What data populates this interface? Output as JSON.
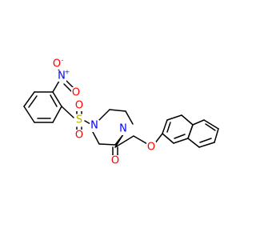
{
  "molecule": {
    "colors": {
      "bond": "#000000",
      "oxygen": "#ff0000",
      "nitrogen": "#0000ff",
      "sulfur": "#b2b200"
    },
    "labels": {
      "nitro_n": "N",
      "nitro_o_minus": "O",
      "nitro_o_double": "O",
      "sulfonyl_o_top": "O",
      "sulfonyl_s": "S",
      "sulfonyl_o_bottom": "O",
      "piperazine_n_left": "N",
      "piperazine_n_right": "N",
      "carbonyl_o": "O",
      "ether_o": "O"
    },
    "charges": {
      "nitro_n_charge": "+",
      "nitro_o_charge": "-"
    }
  }
}
